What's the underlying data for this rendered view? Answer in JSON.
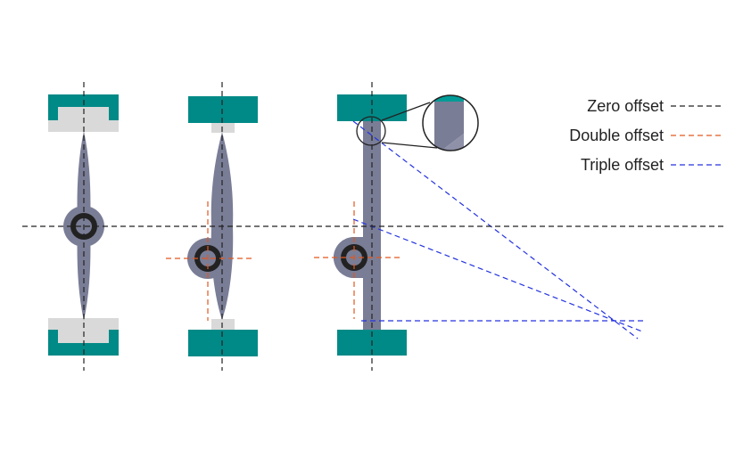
{
  "legend": {
    "items": [
      {
        "label": "Zero offset",
        "key": "zero",
        "color": "#222222"
      },
      {
        "label": "Double offset",
        "key": "double",
        "color": "#e2571e"
      },
      {
        "label": "Triple offset",
        "key": "triple",
        "color": "#2433e0"
      }
    ]
  },
  "colors": {
    "seat": "#008a87",
    "seat_liner": "#d9d9d9",
    "disc": "#7a7d96",
    "hub": "#222222",
    "zoom_edge": "#009b97"
  },
  "icons": [
    "zoom-circle-icon"
  ]
}
